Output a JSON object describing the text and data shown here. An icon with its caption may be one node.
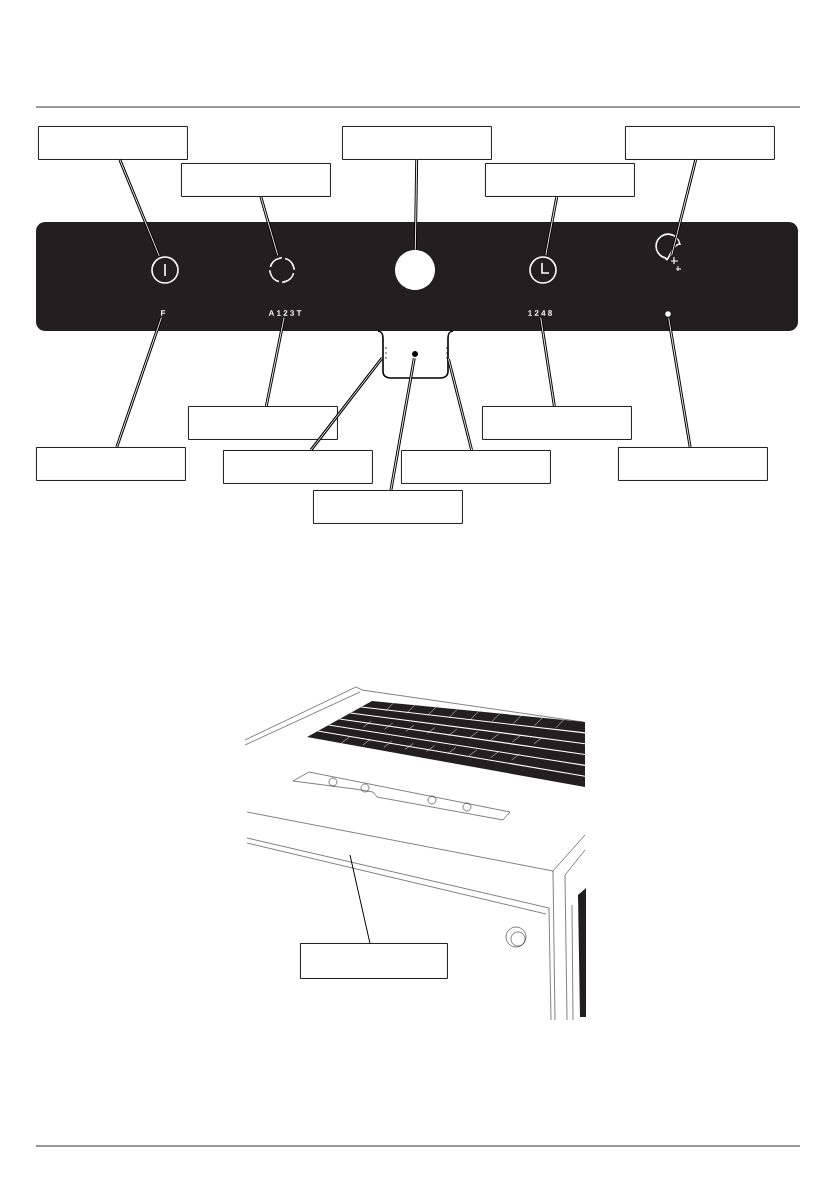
{
  "diagram": {
    "nodes": [
      {
        "text": [],
        "shape": "box"
      },
      {
        "text": [],
        "shape": "box"
      },
      {
        "text": [],
        "shape": "box"
      },
      {
        "text": [],
        "shape": "box"
      },
      {
        "text": [],
        "shape": "box"
      },
      {
        "text": [],
        "shape": "circle"
      },
      {
        "text": [],
        "shape": "circle"
      },
      {
        "text": [],
        "shape": "circle"
      },
      {
        "text": [],
        "shape": "circle"
      },
      {
        "text": [],
        "shape": "moon"
      },
      {
        "text": [
          "F"
        ]
      },
      {
        "text": [
          "A 1 2 3 T"
        ]
      },
      {
        "text": [
          "1 2 4 8"
        ]
      },
      {
        "text": [],
        "shape": "circle"
      },
      {
        "text": [],
        "shape": "dots"
      },
      {
        "text": [],
        "shape": "circle"
      },
      {
        "text": [],
        "shape": "dots"
      },
      {
        "text": [],
        "shape": "box"
      },
      {
        "text": [],
        "shape": "box"
      },
      {
        "text": [],
        "shape": "box"
      },
      {
        "text": [],
        "shape": "box"
      },
      {
        "text": [],
        "shape": "box"
      },
      {
        "text": [],
        "shape": "box"
      },
      {
        "text": [],
        "shape": "box"
      },
      {
        "text": [],
        "shape": "box"
      }
    ],
    "edges": [
      {
        "from": 0,
        "to": 5,
        "arrow": "none"
      },
      {
        "from": 1,
        "to": 6,
        "arrow": "none"
      },
      {
        "from": 2,
        "to": 7,
        "arrow": "none"
      },
      {
        "from": 3,
        "to": 8,
        "arrow": "none"
      },
      {
        "from": 4,
        "to": 9,
        "arrow": "none"
      },
      {
        "from": 17,
        "to": 11,
        "arrow": "none"
      },
      {
        "from": 18,
        "to": 12,
        "arrow": "none"
      },
      {
        "from": 19,
        "to": 10,
        "arrow": "none"
      },
      {
        "from": 20,
        "to": 14,
        "arrow": "none"
      },
      {
        "from": 21,
        "to": 16,
        "arrow": "none"
      },
      {
        "from": 22,
        "to": 13,
        "arrow": "none"
      },
      {
        "from": 23,
        "to": 15,
        "arrow": "none"
      },
      {
        "from": 24,
        "to": null,
        "arrow": "none"
      }
    ]
  }
}
